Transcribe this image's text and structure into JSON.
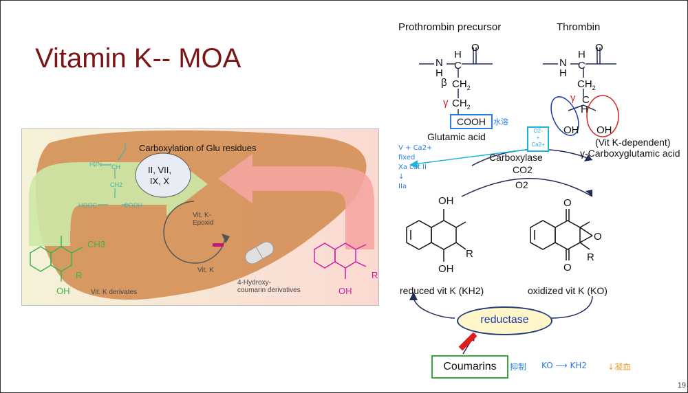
{
  "slide": {
    "title": "Vitamin K-- MOA",
    "page_number": "19"
  },
  "left_panel": {
    "header": "Carboxylation of Glu residues",
    "factors_label": "II, VII,\nIX, X",
    "cycle_top": "Vit. K-\nEpoxid",
    "cycle_bottom": "Vit. K",
    "vitk_deriv_label": "Vit. K derivates",
    "coumarin_deriv_label": "4-Hydroxy-\ncoumarin derivatives",
    "ch3": "CH3",
    "r1": "R",
    "oh1": "OH",
    "r2": "R",
    "oh2": "OH",
    "h2n": "H2N",
    "hooc": "HOOC",
    "cooh": "COOH",
    "ch": "CH",
    "ch2": "CH2"
  },
  "right_panel": {
    "prothrombin_label": "Prothrombin precursor",
    "thrombin_label": "Thrombin",
    "glutamic_acid": "Glutamic acid",
    "cooh": "COOH",
    "cooh_note": "水溶",
    "vitk_dependent": "(Vit K-dependent)",
    "gamma_carboxy": "γ-Carboxyglutamic acid",
    "carboxylase": "Carboxylase",
    "co2": "CO2",
    "o2": "O2",
    "reduced_label": "reduced vit K (KH2)",
    "oxidized_label": "oxidized vit K (KO)",
    "reductase": "reductase",
    "coumarins": "Coumarins",
    "hand_left": "V + Ca2+\nfixed\nXa cut II\n↓\nIIa",
    "hand_bottom_1": "抑制",
    "hand_bottom_2": "KO ⟶ KH2",
    "hand_bottom_3": "↓凝血",
    "ca_box": "O2-\n+\nCa2+",
    "beta": "β",
    "gamma": "γ",
    "oh_r": "OH",
    "oh_left": "OH",
    "oh_reduced_top": "OH",
    "oh_reduced_bottom": "OH",
    "r_reduced": "R",
    "r_oxidized": "R",
    "o_oxidized_top": "O",
    "o_oxidized_bottom": "O",
    "o_epox": "O"
  },
  "colors": {
    "title": "#7b1416",
    "liver": "#d7955c",
    "green": "#37b34a",
    "magenta": "#d11ca6",
    "blue_hand": "#2a7de1",
    "inhibit_red": "#e01b1b"
  }
}
